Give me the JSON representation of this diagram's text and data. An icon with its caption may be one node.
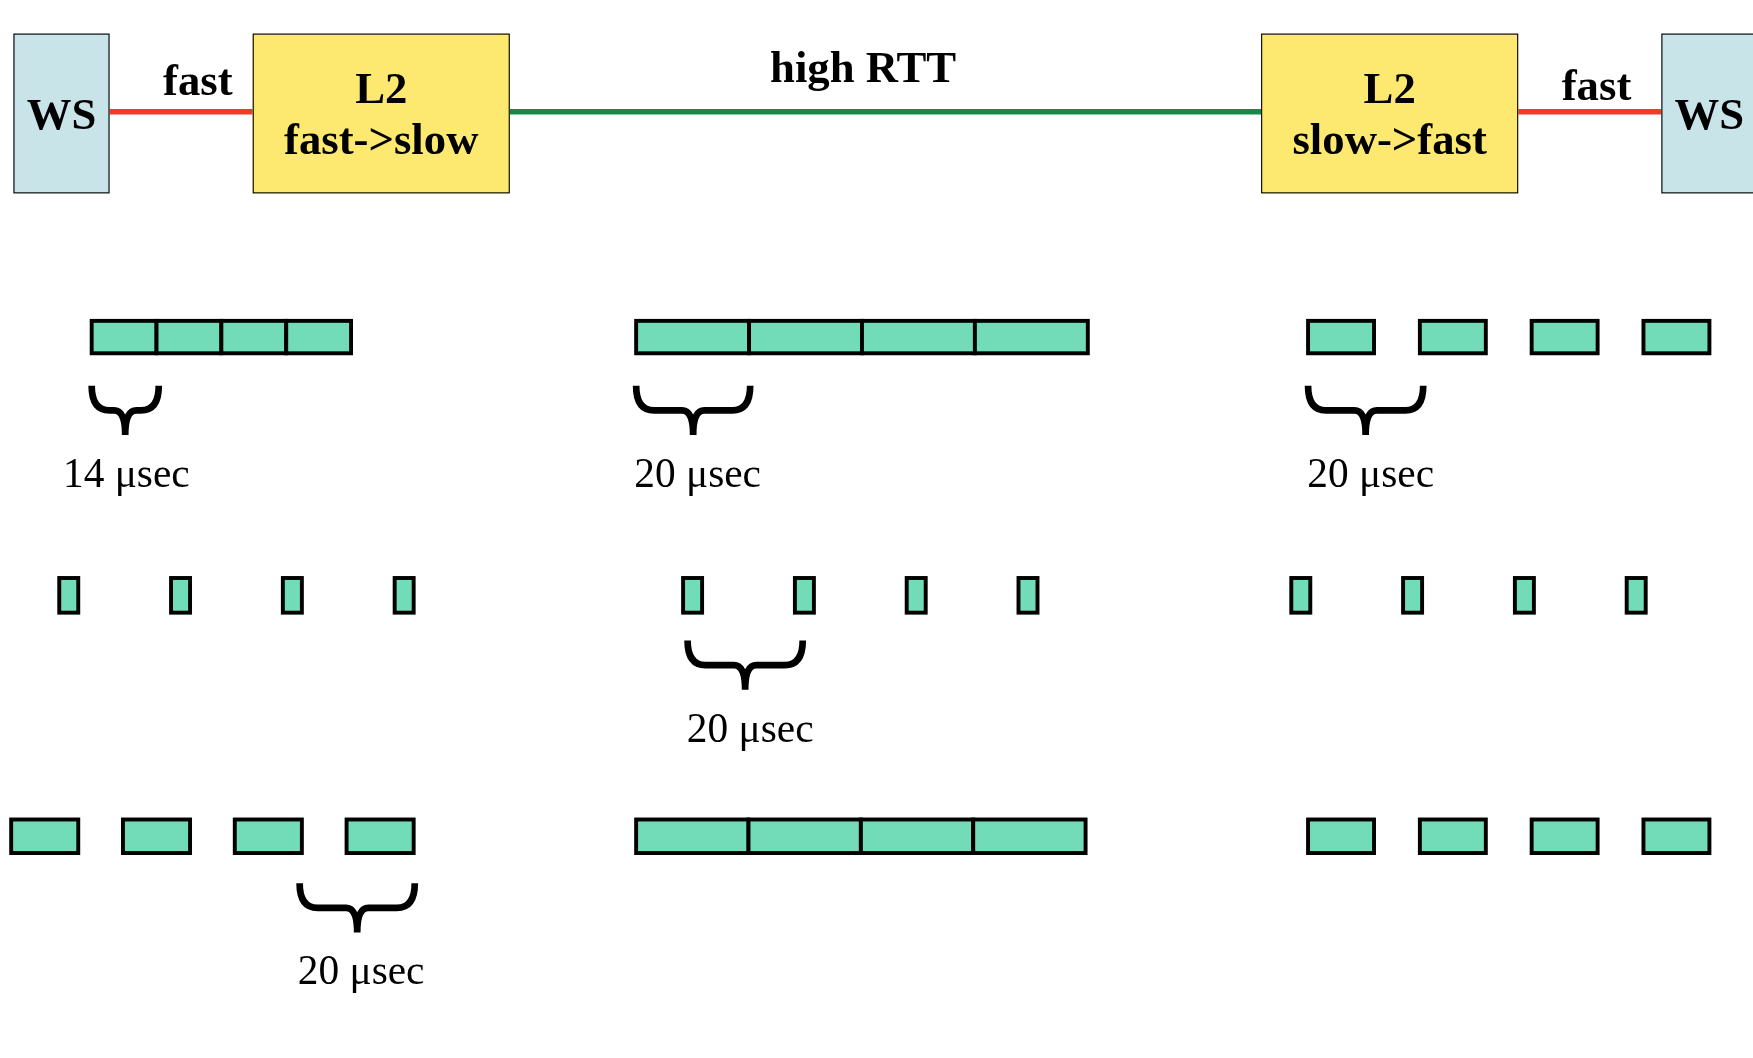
{
  "diagram": {
    "nodes": [
      {
        "text": [
          "WS"
        ]
      },
      {
        "text": [
          "L2",
          "fast->slow"
        ]
      },
      {
        "text": [
          "L2",
          "slow->fast"
        ]
      },
      {
        "text": [
          "WS"
        ]
      }
    ],
    "edges": [
      {
        "from": 0,
        "to": 1,
        "arrow": "none",
        "label": "fast",
        "color": "#f23a2c"
      },
      {
        "from": 1,
        "to": 2,
        "arrow": "none",
        "label": "high RTT",
        "color": "#17884a"
      },
      {
        "from": 2,
        "to": 3,
        "arrow": "none",
        "label": "fast",
        "color": "#f23a2c"
      }
    ],
    "labels": [
      "14 μsec",
      "20 μsec",
      "20 μsec",
      "20 μsec",
      "20 μsec"
    ]
  }
}
